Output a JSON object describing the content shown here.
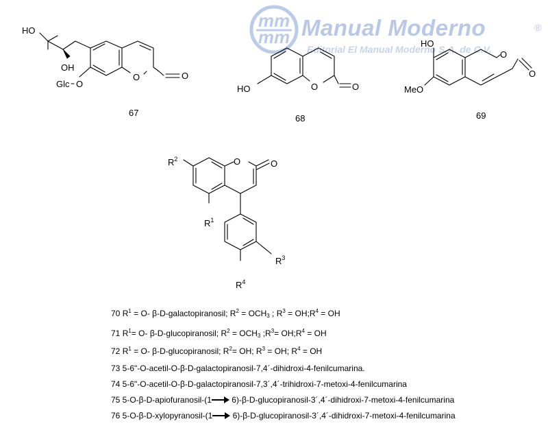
{
  "watermark": {
    "logo_text": "mm",
    "title": "Manual Moderno",
    "registered": "®",
    "subtitle": "Editorial El Manual Moderno S.A. de C.V."
  },
  "compounds": {
    "c67": {
      "number": "67",
      "labels": {
        "ho": "HO",
        "oh": "OH",
        "glc": "Glc",
        "o_ether": "O",
        "o_ring": "O",
        "o_carbonyl": "O"
      }
    },
    "c68": {
      "number": "68",
      "labels": {
        "ho": "HO",
        "o_ring": "O",
        "o_carbonyl": "O"
      }
    },
    "c69": {
      "number": "69",
      "labels": {
        "ho": "HO",
        "meo": "MeO",
        "o_ring": "O",
        "o_carbonyl": "O"
      }
    },
    "general": {
      "labels": {
        "r": "R",
        "r2_sup": "2",
        "r1_sup": "1",
        "r3_sup": "3",
        "r4_sup": "4",
        "o_ring": "O",
        "o_carbonyl": "O"
      }
    }
  },
  "captions": {
    "c70": {
      "num": "70",
      "r1": "R",
      "r1s": "1",
      "p1": " = O- β-D-galactopiranosil;  R",
      "r2s": "2",
      "p2": " = OCH",
      "sub3": "3",
      "p3": " ; R",
      "r3s": "3",
      "p4": " = OH;R",
      "r4s": "4",
      "p5": " = OH"
    },
    "c71": {
      "num": "71",
      "r1": "R",
      "r1s": "1",
      "p1": "= O-  β-D-glucopiranosil;  R",
      "r2s": "2",
      "p2": " = OCH",
      "sub3": "3",
      "p3": " ;R",
      "r3s": "3",
      "p4": "= OH;R",
      "r4s": "4",
      "p5": " = OH"
    },
    "c72": {
      "num": "72",
      "r1": "R",
      "r1s": "1",
      "p1": " = O- β-D-glucopiranosil;  R",
      "r2s": "2",
      "p2": "= OH; R",
      "r3s": "3",
      "p4": " = OH; R",
      "r4s": "4",
      "p5": " = OH"
    },
    "c73": {
      "text": "73 5-6\"-O-acetil-O-β-D-galactopiranosil-7,4´-dihidroxi-4-fenilcumarina."
    },
    "c74": {
      "text": "74 5-6\"-O-acetil-O-β-D-galactopiranosil-7,3´,4´-trihidroxi-7-metoxi-4-fenilcumarina"
    },
    "c75": {
      "a": "75 5-O-β-D-apiofuranosil-(1",
      "b": " 6)-β-D-glucopiranosil-3´,4´-dihidroxi-7-metoxi-4-fenilcumarina"
    },
    "c76": {
      "a": "76 5-O-β-D-xylopyranosil-(1",
      "b": " 6)-β-D-glucopiranosil-3´,4´-dihidroxi-7-metoxi-4-fenilcumarina"
    }
  }
}
